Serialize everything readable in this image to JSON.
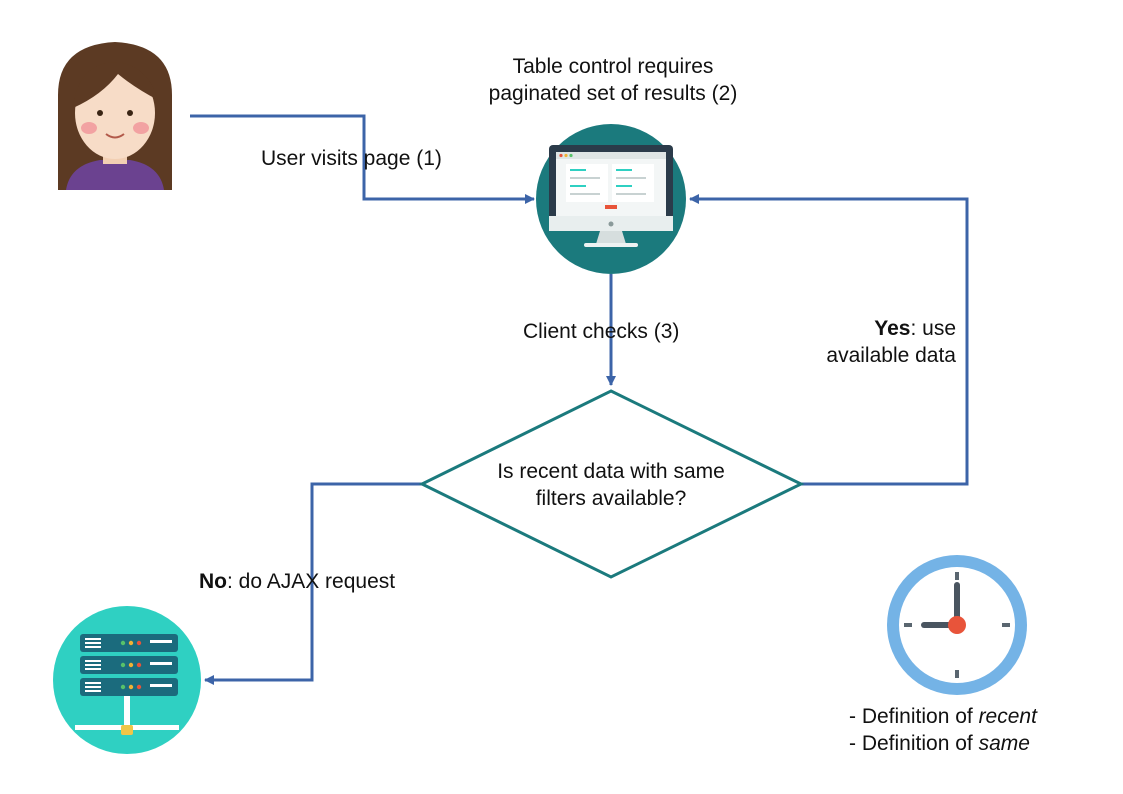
{
  "labels": {
    "table_control_line1": "Table control requires",
    "table_control_line2": "paginated set of results (2)",
    "user_visits": "User visits page (1)",
    "client_checks": "Client checks (3)",
    "yes_bold": "Yes",
    "yes_rest": ": use",
    "yes_line2": "available data",
    "decision_line1": "Is recent data with same",
    "decision_line2": "filters available?",
    "no_bold": "No",
    "no_rest": ": do AJAX request",
    "def1_prefix": "- Definition of ",
    "def1_term": "recent",
    "def2_prefix": "- Definition of ",
    "def2_term": "same"
  },
  "icons": {
    "user": "user-avatar-icon",
    "client": "computer-monitor-icon",
    "server": "server-rack-icon",
    "clock": "clock-icon"
  },
  "colors": {
    "arrow": "#3c64a8",
    "decision_border": "#1b7a7d",
    "client_circle": "#1b7a7d",
    "server_circle": "#2fd0c2",
    "clock_ring": "#74b3e6",
    "clock_center": "#e8543a"
  }
}
